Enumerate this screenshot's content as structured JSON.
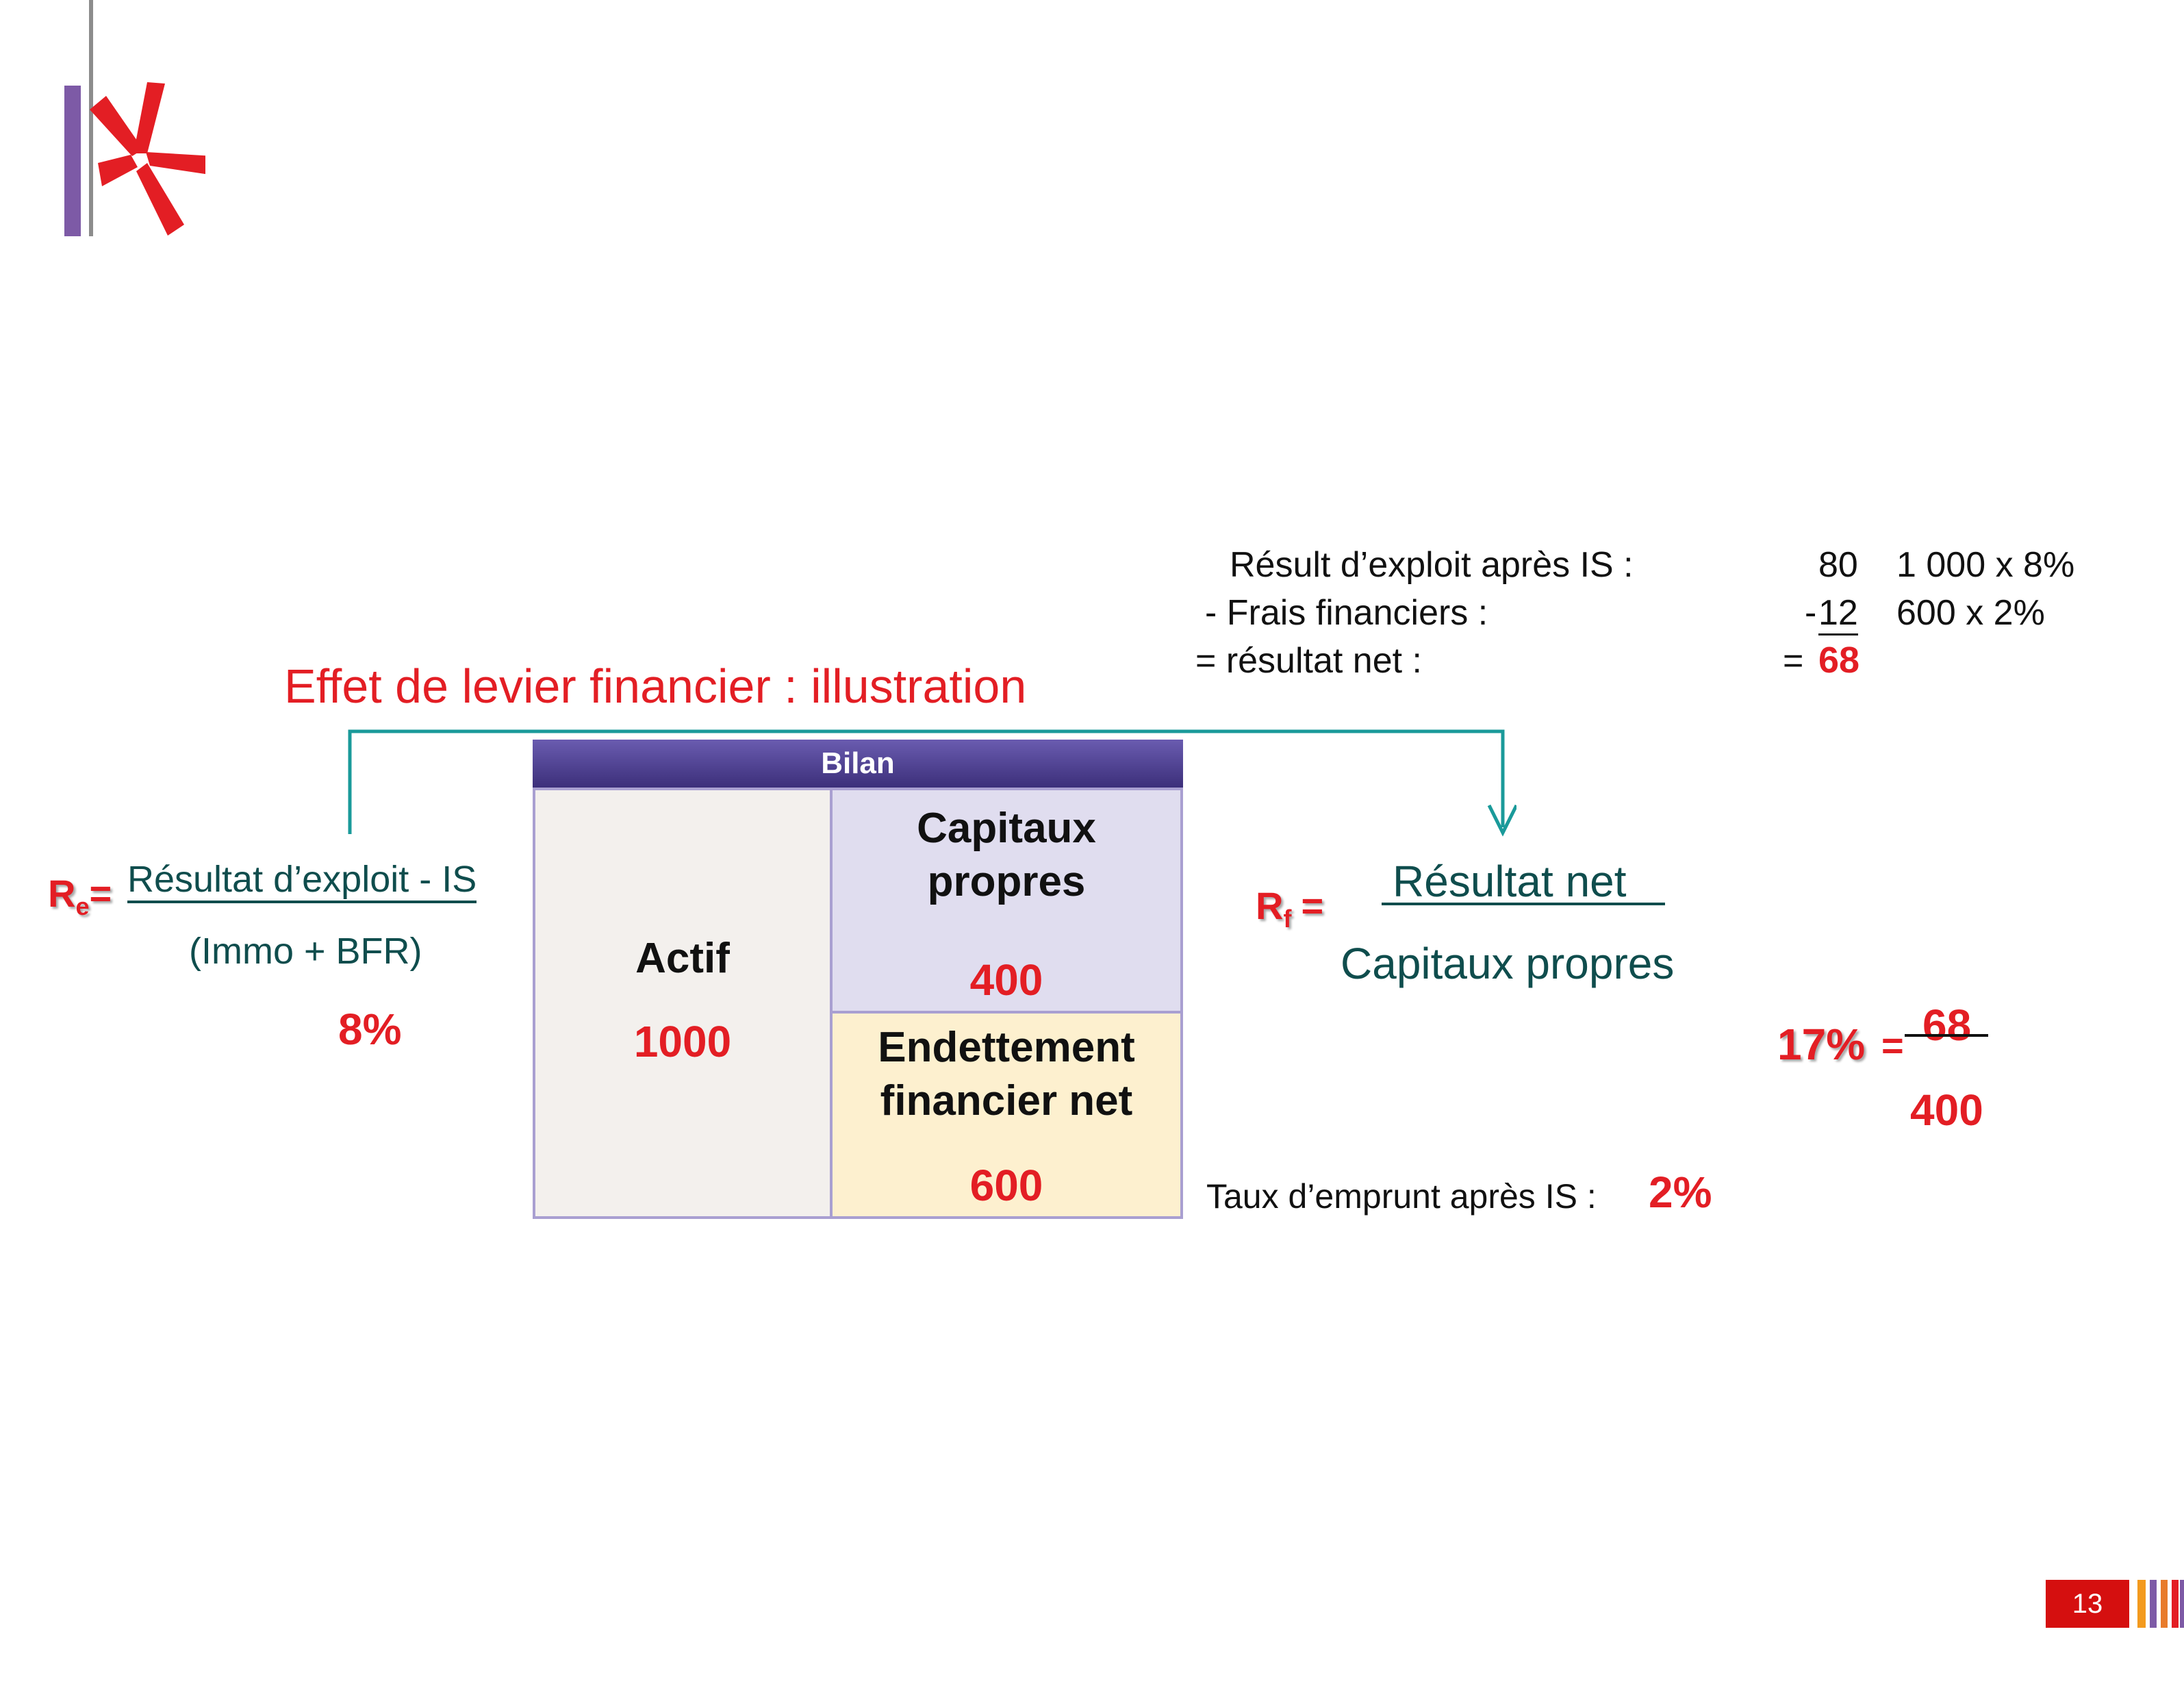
{
  "title": "Effet de levier financier : illustration",
  "bilan": {
    "header": "Bilan",
    "actif_label": "Actif",
    "actif_value": "1000",
    "capitaux_label_1": "Capitaux",
    "capitaux_label_2": "propres",
    "capitaux_value": "400",
    "dette_label_1": "Endettement",
    "dette_label_2": "financier net",
    "dette_value": "600"
  },
  "re": {
    "symbol": "R",
    "subscript": "e",
    "equals": "=",
    "numerator": "Résultat d’exploit - IS",
    "denominator": "(Immo + BFR)",
    "value": "8%"
  },
  "rf": {
    "symbol": "R",
    "subscript": "f",
    "equals": "=",
    "numerator": "Résultat net",
    "denominator": "Capitaux propres",
    "result": "17%",
    "result_equals": "=",
    "result_numerator": "68",
    "result_denominator": "400"
  },
  "calc": {
    "row1_label": "Résult d’exploit après IS :",
    "row1_value": "80",
    "row1_formula": "1 000 x 8%",
    "row2_label": "- Frais financiers :",
    "row2_sign": "-",
    "row2_value": "12",
    "row2_formula": "600 x 2%",
    "row3_label": "= résultat net :",
    "row3_equals": "=",
    "row3_value": "68"
  },
  "taux": {
    "label": "Taux d’emprunt après IS :",
    "value": "2%"
  },
  "page_number": "13",
  "colors": {
    "accent_red": "#e31e24",
    "teal": "#0f4d4d",
    "arrow": "#1a9a9a",
    "purple": "#7d5aa6"
  }
}
